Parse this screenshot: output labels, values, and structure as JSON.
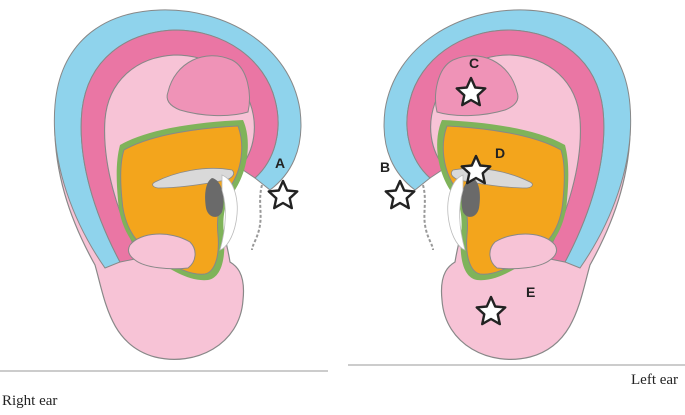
{
  "captions": {
    "right_ear": "Right ear",
    "left_ear": "Left ear"
  },
  "markers": {
    "a": "A",
    "b": "B",
    "c": "C",
    "d": "D",
    "e": "E"
  },
  "colors": {
    "helix_rim": "#8fd3ec",
    "hot_pink": "#ea76a4",
    "pale_pink": "#f7c3d6",
    "inner_pink": "#f5a9c6",
    "concha_orange": "#f3a51c",
    "green_edge": "#7fb35a",
    "canal_dark": "#6a6a6a",
    "outline": "#777777"
  },
  "icons": [
    "star-icon"
  ]
}
